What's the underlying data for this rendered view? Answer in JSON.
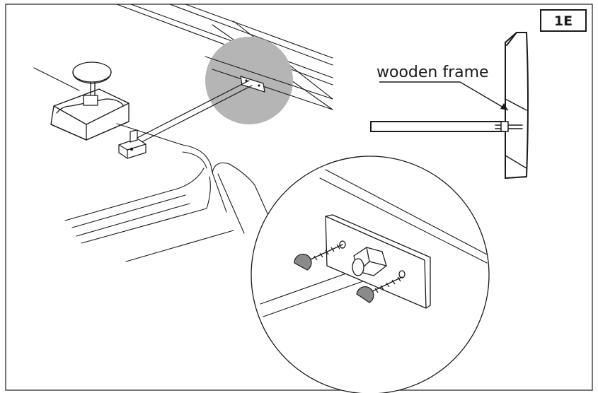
{
  "diagram": {
    "step_label": "1E",
    "callout_label": "wooden frame",
    "colors": {
      "ink": "#1a1a1a",
      "highlight": "#b5b5b5",
      "screw_head": "#8a8a8a",
      "background": "#ffffff"
    },
    "icons": [
      "adjustable-foot",
      "mounting-bracket",
      "screw",
      "hex-nut",
      "threaded-rod",
      "mounting-plate"
    ]
  }
}
